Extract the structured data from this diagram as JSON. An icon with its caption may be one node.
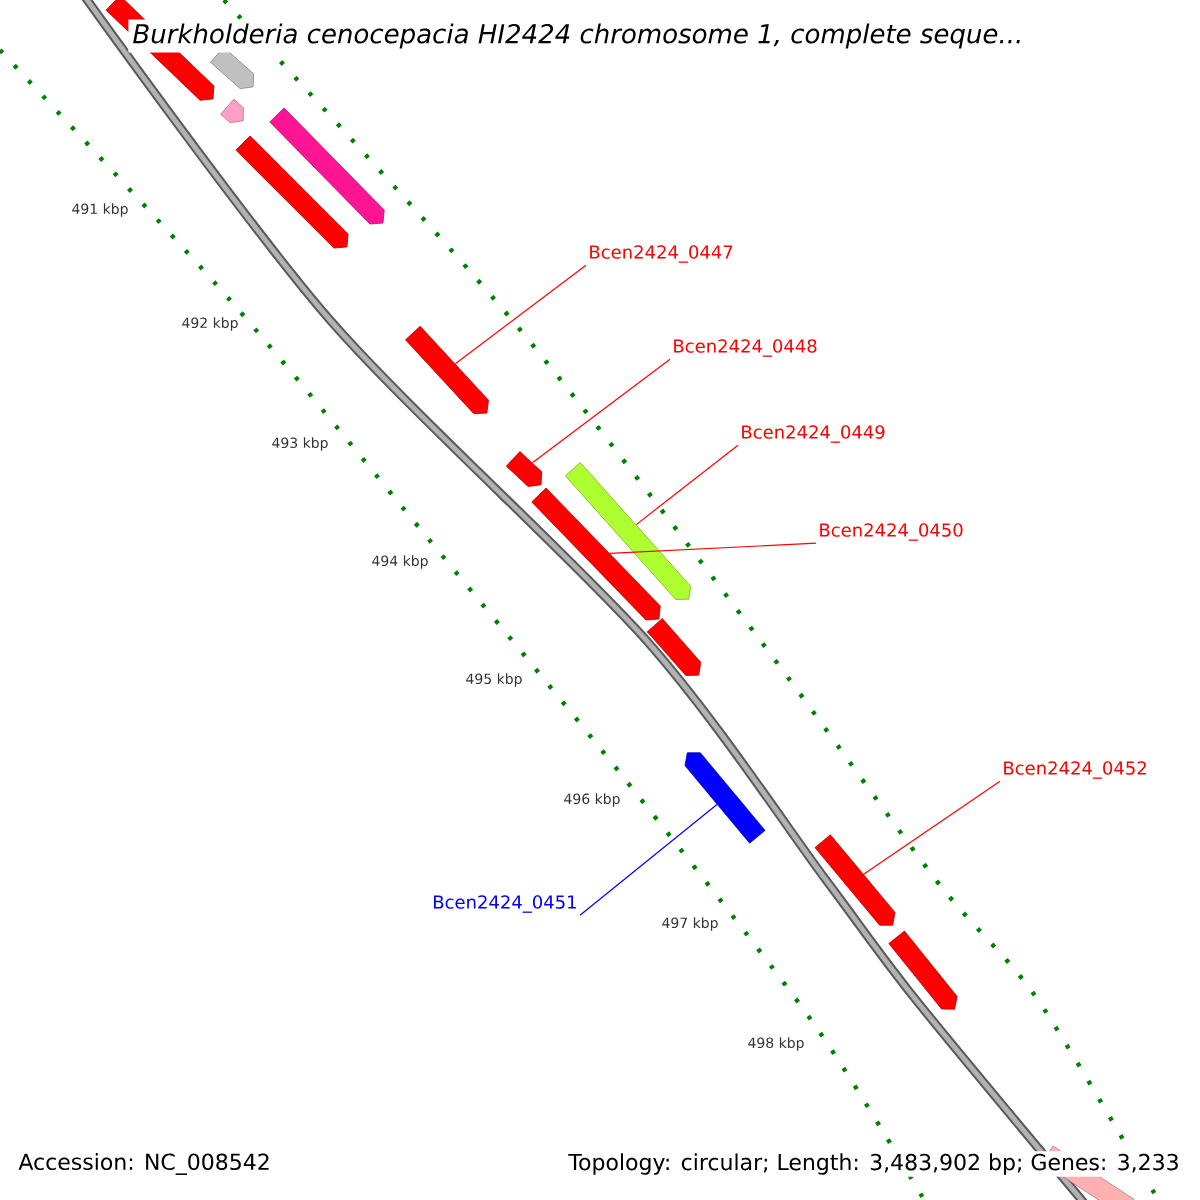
{
  "diagram": {
    "title": "Burkholderia cenocepacia HI2424 chromosome 1, complete seque...",
    "nodes": [
      {
        "text": [],
        "shape": "bar"
      },
      {
        "text": [],
        "shape": "bar"
      },
      {
        "text": [],
        "shape": "bar"
      },
      {
        "text": [],
        "shape": "bar"
      },
      {
        "text": [],
        "shape": "bar"
      },
      {
        "text": [],
        "shape": "bar"
      },
      {
        "text": [],
        "shape": "bar"
      },
      {
        "text": [],
        "shape": "bar"
      },
      {
        "text": [],
        "shape": "bar"
      },
      {
        "text": [],
        "shape": "bar"
      },
      {
        "text": [],
        "shape": "bar"
      },
      {
        "text": [],
        "shape": "bar"
      },
      {
        "text": [],
        "shape": "bar"
      },
      {
        "text": [],
        "shape": "bar"
      },
      {
        "text": [
          "Bcen2424_0447"
        ]
      },
      {
        "text": [
          "Bcen2424_0448"
        ]
      },
      {
        "text": [
          "Bcen2424_0449"
        ]
      },
      {
        "text": [
          "Bcen2424_0450"
        ]
      },
      {
        "text": [
          "Bcen2424_0452"
        ]
      },
      {
        "text": [
          "Bcen2424_0451"
        ]
      }
    ],
    "edges": [
      {
        "from": 14,
        "to": 5,
        "arrow": "none"
      },
      {
        "from": 15,
        "to": 6,
        "arrow": "none"
      },
      {
        "from": 16,
        "to": 7,
        "arrow": "none"
      },
      {
        "from": 17,
        "to": 8,
        "arrow": "none"
      },
      {
        "from": 18,
        "to": 11,
        "arrow": "none"
      },
      {
        "from": 19,
        "to": 10,
        "arrow": "none",
        "color": "#0000ff"
      }
    ],
    "labels": [
      "491 kbp",
      "492 kbp",
      "493 kbp",
      "494 kbp",
      "495 kbp",
      "496 kbp",
      "497 kbp",
      "498 kbp",
      "Accession: NC_008542",
      "Topology: circular; Length: 3,483,902 bp; Genes: 3,233"
    ]
  }
}
